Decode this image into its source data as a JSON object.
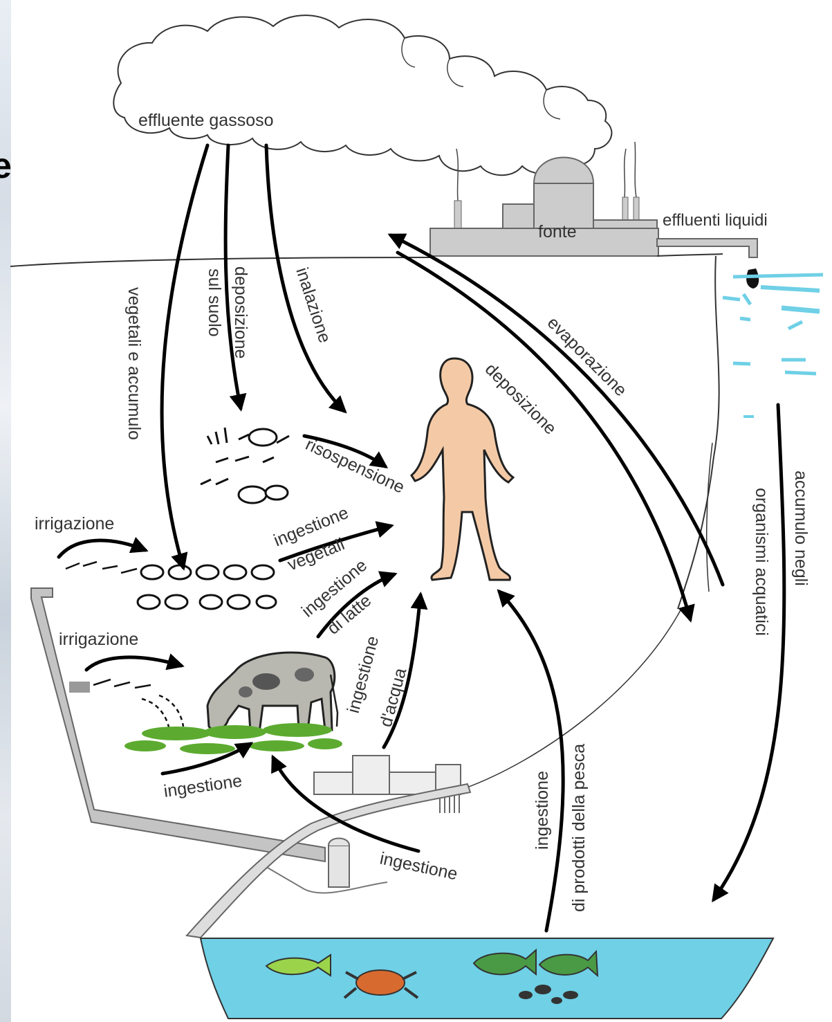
{
  "edge_letter": "e",
  "labels": {
    "cloud": "effluente gassoso",
    "source": "fonte",
    "liquid": "effluenti liquidi",
    "veg_acc": "vegetali e accumulo",
    "soil_line1": "deposizione",
    "soil_line2": "sul suolo",
    "inhale": "inalazione",
    "evap": "evaporazione",
    "depos": "deposizione",
    "resusp": "risospensione",
    "irr1": "irrigazione",
    "irr2": "irrigazione",
    "ing_veg1": "ingestione",
    "ing_veg2": "vegetali",
    "ing_milk1": "ingestione",
    "ing_milk2": "di latte",
    "ing_water1": "ingestione",
    "ing_water2": "d'acqua",
    "ing_cow": "ingestione",
    "ing_silo": "ingestione",
    "ing_fish1": "ingestione",
    "ing_fish2": "di prodotti della pesca",
    "aq1": "accumulo negli",
    "aq2": "organismi acquatici"
  },
  "colors": {
    "water": "#6fd0e6",
    "skin": "#f4caa6",
    "grass": "#5cab30",
    "fish_green": "#4a9a45",
    "fish_light": "#9bd44a",
    "crab": "#d76a2f",
    "plant": "#c8c8c8",
    "cow": "#b8b8b0"
  }
}
